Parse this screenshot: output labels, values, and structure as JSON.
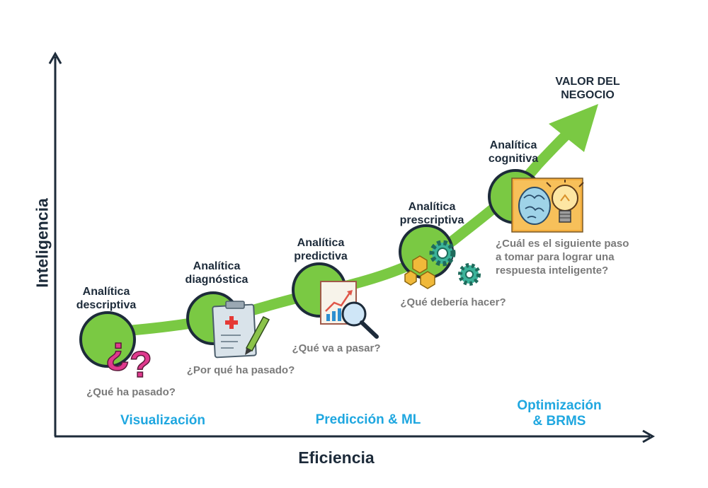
{
  "axes": {
    "y_label": "Inteligencia",
    "x_label": "Eficiencia"
  },
  "goal": {
    "line1": "VALOR DEL",
    "line2": "NEGOCIO"
  },
  "stages": [
    {
      "title_line1": "Analítica",
      "title_line2": "descriptiva",
      "question": "¿Qué ha pasado?",
      "icon": "question-marks-icon"
    },
    {
      "title_line1": "Analítica",
      "title_line2": "diagnóstica",
      "question": "¿Por qué ha pasado?",
      "icon": "clipboard-icon"
    },
    {
      "title_line1": "Analítica",
      "title_line2": "predictiva",
      "question": "¿Qué va a pasar?",
      "icon": "magnifier-chart-icon"
    },
    {
      "title_line1": "Analítica",
      "title_line2": "prescriptiva",
      "question": "¿Qué debería hacer?",
      "icon": "gears-icon"
    },
    {
      "title_line1": "Analítica",
      "title_line2": "cognitiva",
      "question_line1": "¿Cuál es el siguiente paso",
      "question_line2": "a tomar para lograr una",
      "question_line3": "respuesta inteligente?",
      "icon": "brain-bulb-icon"
    }
  ],
  "categories": {
    "visualization": "Visualización",
    "prediction": "Predicción & ML",
    "optimization_line1": "Optimización",
    "optimization_line2": "& BRMS"
  },
  "colors": {
    "curve": "#7ac943",
    "circle": "#7ac943",
    "axis": "#1d2b3a",
    "category": "#1fa7e0",
    "question": "#7a7a7a"
  }
}
